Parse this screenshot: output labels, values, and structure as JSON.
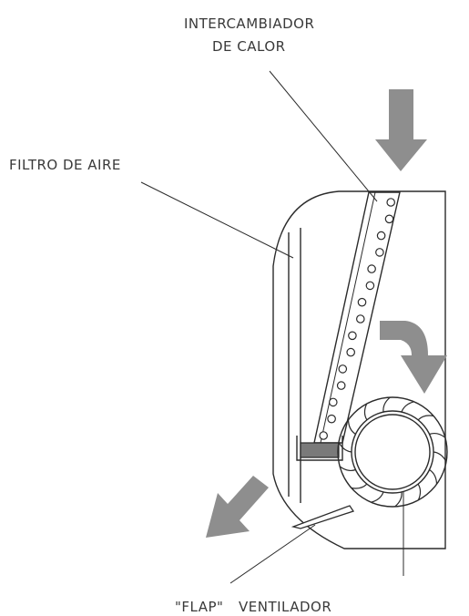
{
  "labels": {
    "heat_exchanger_line1": "INTERCAMBIADOR",
    "heat_exchanger_line2": "DE CALOR",
    "air_filter": "FILTRO DE AIRE",
    "flap": "\"FLAP\"",
    "fan": "VENTILADOR"
  },
  "colors": {
    "line": "#2b2b2b",
    "arrow": "#8e8e8e",
    "text": "#3a3a3a"
  }
}
